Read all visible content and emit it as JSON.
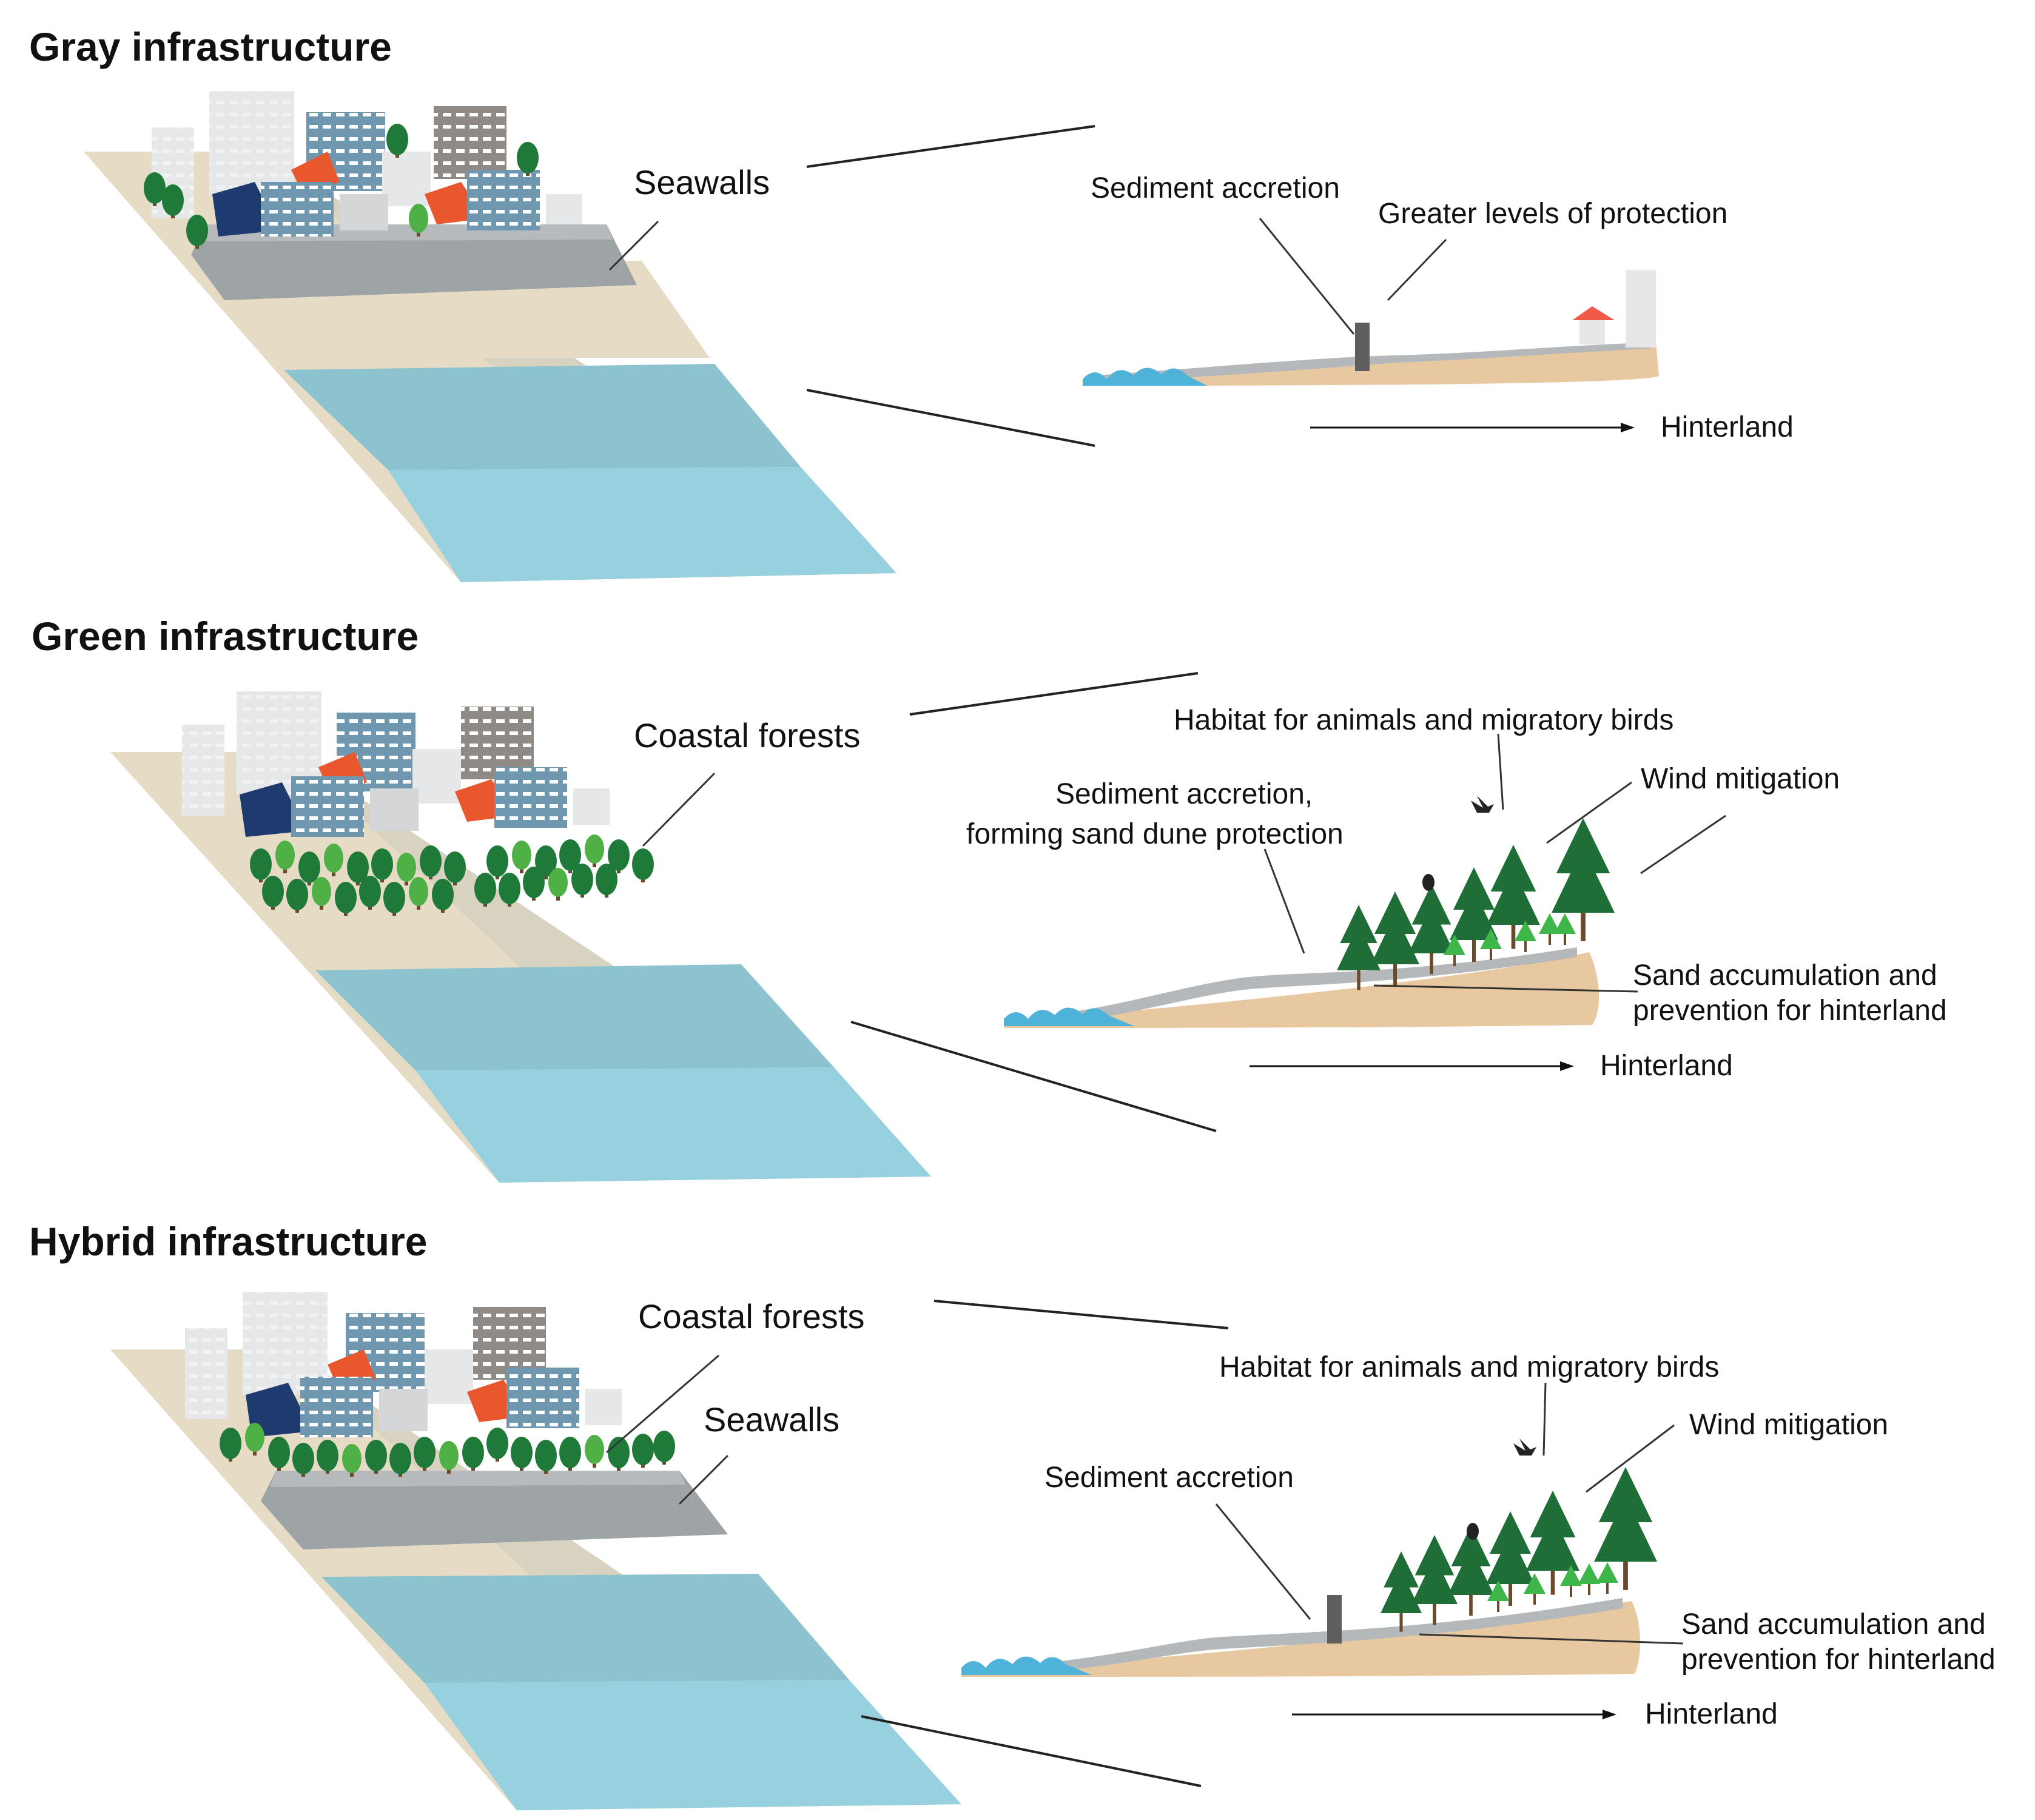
{
  "panels": [
    {
      "title": "Gray infrastructure",
      "callouts": [
        "Seawalls"
      ],
      "profile_labels": [
        "Sediment accretion",
        "Greater levels of protection"
      ],
      "axis_label": "Hinterland"
    },
    {
      "title": "Green infrastructure",
      "callouts": [
        "Coastal forests"
      ],
      "profile_labels": [
        "Habitat for animals and migratory birds",
        "Wind mitigation",
        "Sediment accretion,",
        "forming sand dune protection",
        "Sand accumulation and",
        "prevention for hinterland"
      ],
      "axis_label": "Hinterland"
    },
    {
      "title": "Hybrid infrastructure",
      "callouts": [
        "Coastal forests",
        "Seawalls"
      ],
      "profile_labels": [
        "Habitat for animals and migratory birds",
        "Wind mitigation",
        "Sediment accretion",
        "Sand accumulation and",
        "prevention for hinterland"
      ],
      "axis_label": "Hinterland"
    }
  ],
  "colors": {
    "sand": "#e6dcc6",
    "sand_profile": "#e8c8a0",
    "seawall": "#9ea3a6",
    "water_dark": "#8cc3cf",
    "water_light": "#97d0df",
    "forest_dark": "#1f6d37",
    "forest_light": "#3fb64a",
    "roof_red": "#e8572e",
    "roof_navy": "#1e3a6e",
    "building_blue": "#6f97b0",
    "building_gray": "#8f8a85",
    "building_white": "#e6e7e9"
  }
}
